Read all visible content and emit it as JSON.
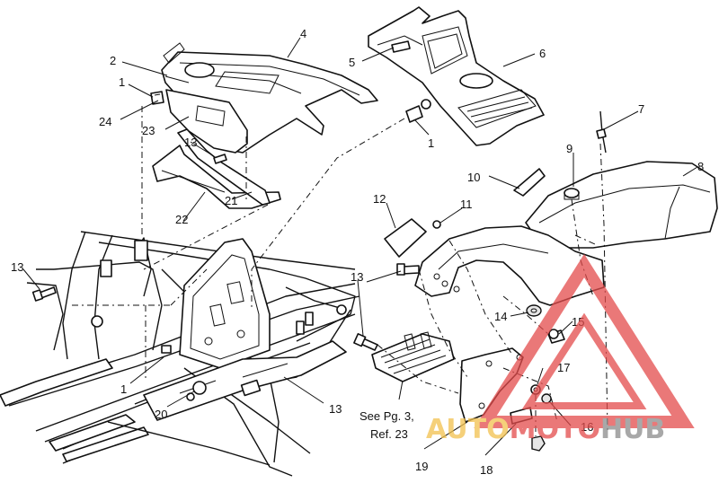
{
  "callouts": {
    "c1_top": "1",
    "c1_mid": "1",
    "c1_low": "1",
    "c2": "2",
    "c4": "4",
    "c5": "5",
    "c6": "6",
    "c7": "7",
    "c8": "8",
    "c9": "9",
    "c10": "10",
    "c11": "11",
    "c12": "12",
    "c13_a": "13",
    "c13_b": "13",
    "c13_c": "13",
    "c13_d": "13",
    "c14": "14",
    "c15": "15",
    "c16": "16",
    "c17": "17",
    "c18": "18",
    "c19": "19",
    "c20": "20",
    "c21": "21",
    "c22": "22",
    "c23": "23",
    "c24": "24"
  },
  "note": {
    "line1": "See Pg. 3,",
    "line2": "Ref. 23"
  },
  "watermark": {
    "part1": "AUTO",
    "part2": "MOTO",
    "part3": "HUB",
    "colors": {
      "auto": "#f2c14e",
      "moto": "#e34b4b",
      "hub": "#8c8c8c",
      "triangle": "#e34b4b"
    }
  }
}
